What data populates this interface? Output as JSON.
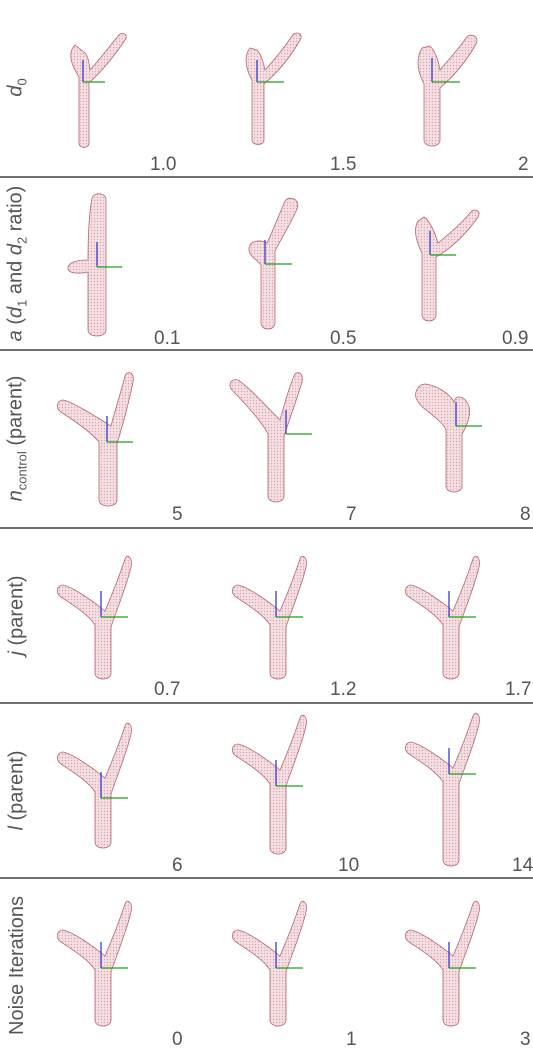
{
  "rows": [
    {
      "label": "d0",
      "values": [
        "1.0",
        "1.5",
        "2"
      ]
    },
    {
      "label": "a (d1 and d2 ratio)",
      "values": [
        "0.1",
        "0.5",
        "0.9"
      ]
    },
    {
      "label": "ncontrol (parent)",
      "values": [
        "5",
        "7",
        "8"
      ]
    },
    {
      "label": "j (parent)",
      "values": [
        "0.7",
        "1.2",
        "1.7"
      ]
    },
    {
      "label": "l (parent)",
      "values": [
        "6",
        "10",
        "14"
      ]
    },
    {
      "label": "Noise Iterations",
      "values": [
        "0",
        "1",
        "3"
      ]
    }
  ],
  "colors": {
    "vessel_fill": "#f3dde0",
    "vessel_dots": "#c06a78",
    "vessel_edge": "#b05565",
    "axis_blue": "#3a3ad0",
    "axis_green": "#1ea01e",
    "separator": "#707070",
    "text": "#555555"
  }
}
